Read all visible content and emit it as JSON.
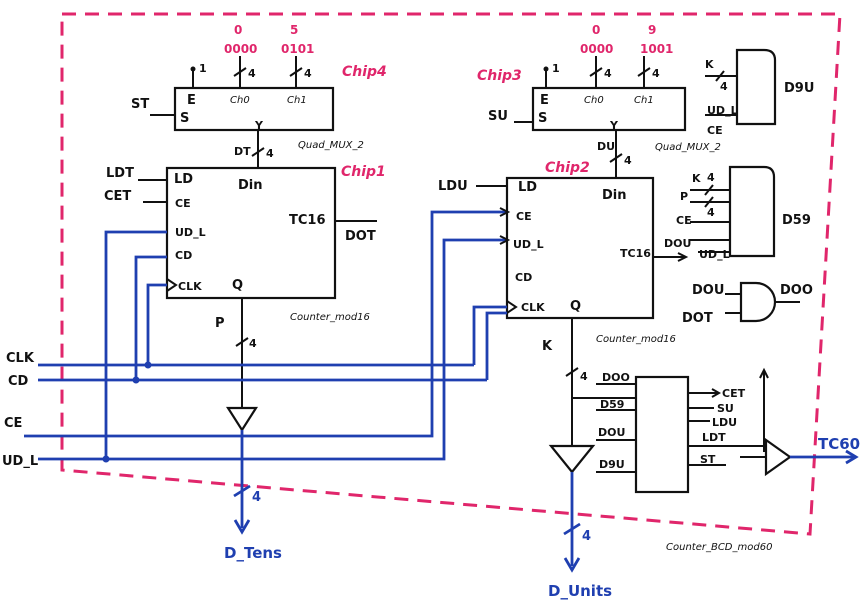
{
  "colors": {
    "frame": "#e0266b",
    "ink": "#111111",
    "bus": "#1f3fb0"
  },
  "top_name": "Counter_BCD_mod60",
  "chips": {
    "chip4": "Chip4",
    "chip3": "Chip3",
    "chip1": "Chip1",
    "chip2": "Chip2"
  },
  "mux_tens": {
    "type": "Quad_MUX_2",
    "const_ch0": "0",
    "bits_ch0": "0000",
    "const_ch1": "5",
    "bits_ch1": "0101",
    "enable_level": "1",
    "ports": {
      "E": "E",
      "S": "S",
      "Ch0": "Ch0",
      "Ch1": "Ch1",
      "Y": "Y"
    },
    "width0": "4",
    "width1": "4",
    "select": "ST",
    "out": "DT",
    "out_width": "4"
  },
  "mux_units": {
    "type": "Quad_MUX_2",
    "const_ch0": "0",
    "bits_ch0": "0000",
    "const_ch1": "9",
    "bits_ch1": "1001",
    "enable_level": "1",
    "ports": {
      "E": "E",
      "S": "S",
      "Ch0": "Ch0",
      "Ch1": "Ch1",
      "Y": "Y"
    },
    "width0": "4",
    "width1": "4",
    "select": "SU",
    "out": "DU",
    "out_width": "4"
  },
  "counter_tens": {
    "type": "Counter_mod16",
    "ports": {
      "LD": "LD",
      "CE": "CE",
      "UD_L": "UD_L",
      "CD": "CD",
      "CLK": "CLK",
      "Din": "Din",
      "Q": "Q",
      "TC16": "TC16"
    },
    "in_LD": "LDT",
    "in_CE": "CET",
    "out_TC": "DOT",
    "q_name": "P",
    "q_width": "4"
  },
  "counter_units": {
    "type": "Counter_mod16",
    "ports": {
      "LD": "LD",
      "CE": "CE",
      "UD_L": "UD_L",
      "CD": "CD",
      "CLK": "CLK",
      "Din": "Din",
      "Q": "Q",
      "TC16": "TC16"
    },
    "in_LD": "LDU",
    "out_TC": "DOU",
    "q_name": "K",
    "q_width": "4"
  },
  "d9u": {
    "name": "D9U",
    "in_k": "K",
    "in_k_width": "4",
    "in_ud": "UD_L",
    "in_ce": "CE"
  },
  "d59": {
    "name": "D59",
    "in_k": "K",
    "in_k_width": "4",
    "in_p": "P",
    "in_p_width": "4",
    "in_ce": "CE",
    "in_dou": "DOU",
    "in_ud": "UD_L"
  },
  "and_gate": {
    "in_a": "DOU",
    "in_b": "DOT",
    "out": "DOO"
  },
  "control": {
    "inputs": [
      "DOO",
      "D59",
      "DOU",
      "D9U"
    ],
    "outputs": [
      "CET",
      "SU",
      "LDU",
      "LDT",
      "ST"
    ]
  },
  "buffer_tc": {
    "out": "TC60"
  },
  "external_inputs": [
    "CLK",
    "CD",
    "CE",
    "UD_L"
  ],
  "outputs": {
    "tens": "D_Tens",
    "tens_width": "4",
    "units": "D_Units",
    "units_width": "4"
  }
}
